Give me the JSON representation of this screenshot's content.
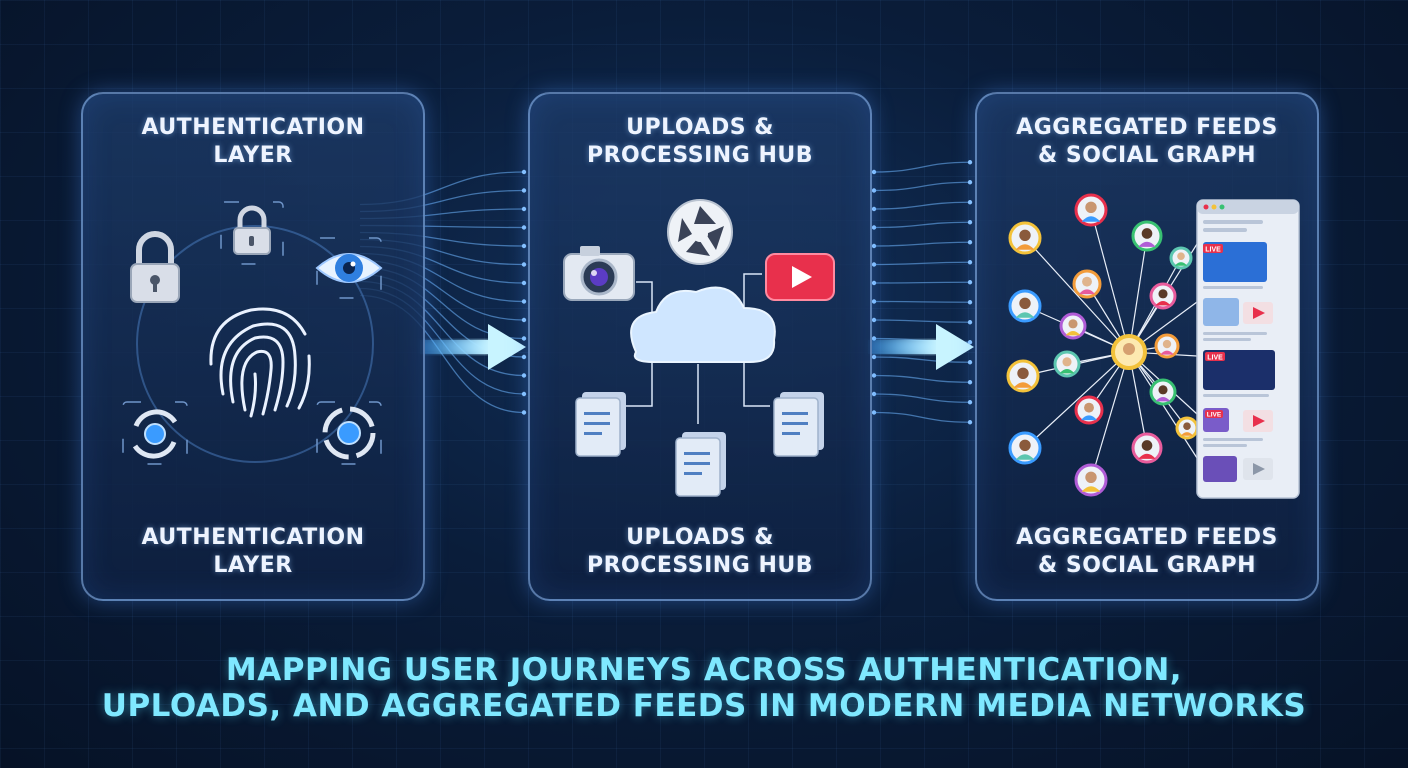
{
  "panels": {
    "auth": {
      "title_top": "AUTHENTICATION\nLAYER",
      "title_bottom": "AUTHENTICATION\nLAYER"
    },
    "upload": {
      "title_top": "UPLOADS &\nPROCESSING HUB",
      "title_bottom": "UPLOADS &\nPROCESSING HUB"
    },
    "feeds": {
      "title_top": "AGGREGATED FEEDS\n& SOCIAL GRAPH",
      "title_bottom": "AGGREGATED FEEDS\n& SOCIAL GRAPH"
    }
  },
  "feed_badges": [
    "LIVE",
    "LIVE",
    "LIVE"
  ],
  "caption": "MAPPING USER JOURNEYS ACROSS AUTHENTICATION,\nUPLOADS, AND AGGREGATED FEEDS IN MODERN MEDIA NETWORKS",
  "icons": {
    "auth": [
      "padlock-icon",
      "padlock-icon",
      "eye-icon",
      "fingerprint-icon",
      "sync-icon",
      "target-icon"
    ],
    "upload": [
      "camera-icon",
      "aperture-icon",
      "play-video-icon",
      "cloud-icon",
      "document-icon"
    ],
    "feeds": [
      "avatar-icon",
      "browser-window-icon",
      "play-icon"
    ]
  },
  "colors": {
    "accent": "#7fe8ff",
    "panel_border": "#96c3ff",
    "play_red": "#e8304c",
    "node_gold": "#f3c23a"
  }
}
